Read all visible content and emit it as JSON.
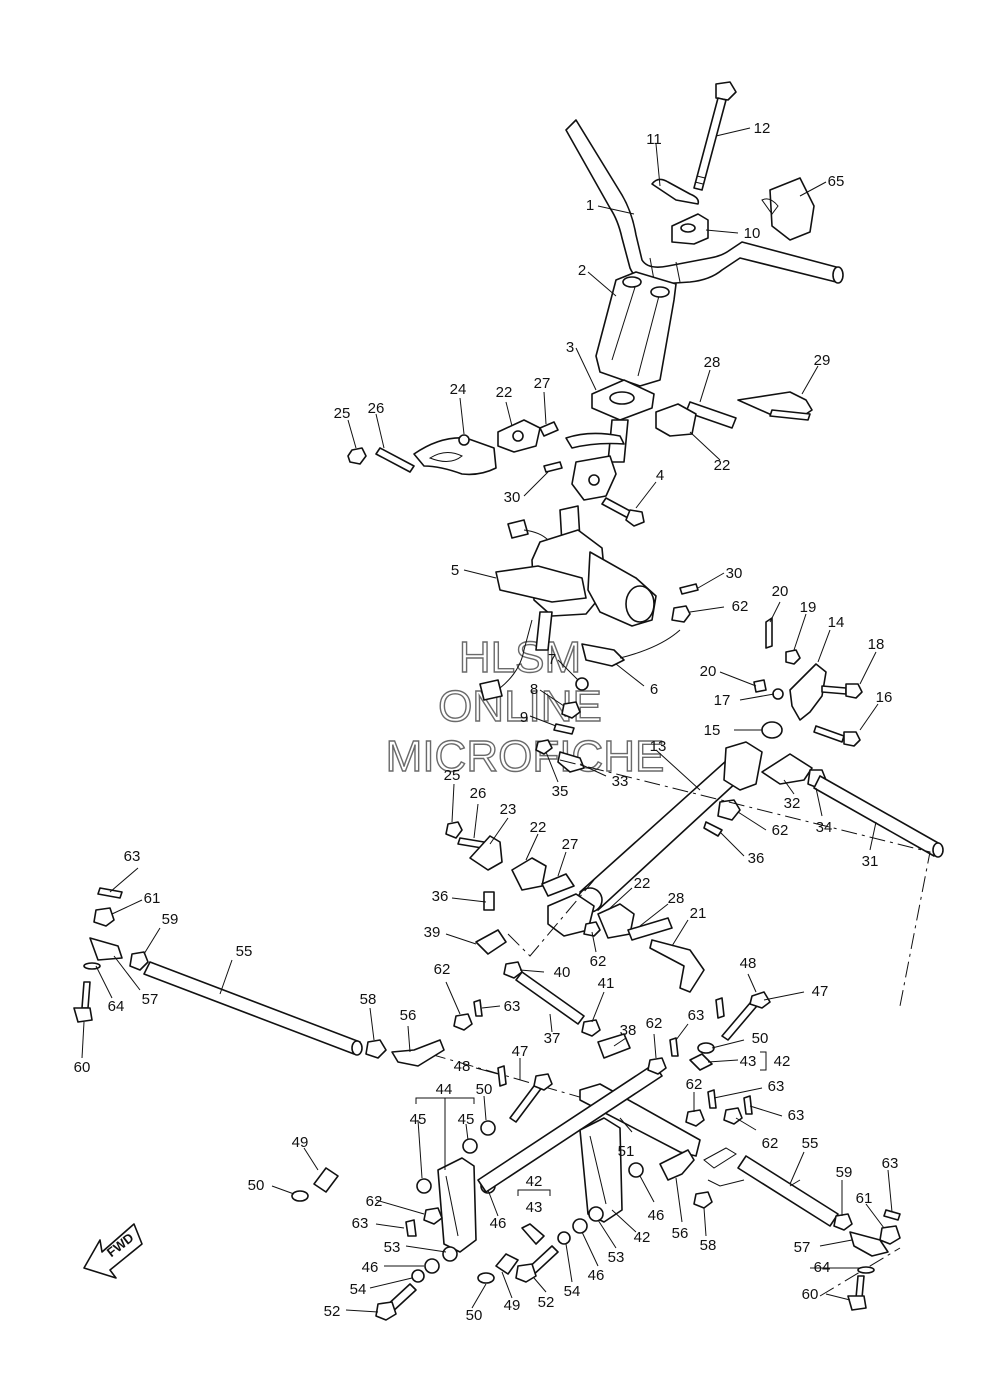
{
  "watermark": {
    "line1": "HLSM",
    "line2": "ONLINE",
    "line3": "MICROFICHE"
  },
  "fwd_label": "FWD",
  "callouts": [
    {
      "id": "c1",
      "text": "1"
    },
    {
      "id": "c2",
      "text": "2"
    },
    {
      "id": "c3",
      "text": "3"
    },
    {
      "id": "c4",
      "text": "4"
    },
    {
      "id": "c5",
      "text": "5"
    },
    {
      "id": "c6",
      "text": "6"
    },
    {
      "id": "c7",
      "text": "7"
    },
    {
      "id": "c8",
      "text": "8"
    },
    {
      "id": "c9",
      "text": "9"
    },
    {
      "id": "c10",
      "text": "10"
    },
    {
      "id": "c11",
      "text": "11"
    },
    {
      "id": "c12",
      "text": "12"
    },
    {
      "id": "c13",
      "text": "13"
    },
    {
      "id": "c14",
      "text": "14"
    },
    {
      "id": "c15",
      "text": "15"
    },
    {
      "id": "c16",
      "text": "16"
    },
    {
      "id": "c17",
      "text": "17"
    },
    {
      "id": "c18",
      "text": "18"
    },
    {
      "id": "c19",
      "text": "19"
    },
    {
      "id": "c20a",
      "text": "20"
    },
    {
      "id": "c20b",
      "text": "20"
    },
    {
      "id": "c21",
      "text": "21"
    },
    {
      "id": "c22a",
      "text": "22"
    },
    {
      "id": "c22b",
      "text": "22"
    },
    {
      "id": "c22c",
      "text": "22"
    },
    {
      "id": "c22d",
      "text": "22"
    },
    {
      "id": "c23",
      "text": "23"
    },
    {
      "id": "c24",
      "text": "24"
    },
    {
      "id": "c25a",
      "text": "25"
    },
    {
      "id": "c25b",
      "text": "25"
    },
    {
      "id": "c26a",
      "text": "26"
    },
    {
      "id": "c26b",
      "text": "26"
    },
    {
      "id": "c27a",
      "text": "27"
    },
    {
      "id": "c27b",
      "text": "27"
    },
    {
      "id": "c28a",
      "text": "28"
    },
    {
      "id": "c28b",
      "text": "28"
    },
    {
      "id": "c29",
      "text": "29"
    },
    {
      "id": "c30a",
      "text": "30"
    },
    {
      "id": "c30b",
      "text": "30"
    },
    {
      "id": "c31",
      "text": "31"
    },
    {
      "id": "c32",
      "text": "32"
    },
    {
      "id": "c33",
      "text": "33"
    },
    {
      "id": "c34",
      "text": "34"
    },
    {
      "id": "c35",
      "text": "35"
    },
    {
      "id": "c36a",
      "text": "36"
    },
    {
      "id": "c36b",
      "text": "36"
    },
    {
      "id": "c37",
      "text": "37"
    },
    {
      "id": "c38",
      "text": "38"
    },
    {
      "id": "c39",
      "text": "39"
    },
    {
      "id": "c40",
      "text": "40"
    },
    {
      "id": "c41",
      "text": "41"
    },
    {
      "id": "c42a",
      "text": "42"
    },
    {
      "id": "c42b",
      "text": "42"
    },
    {
      "id": "c42c",
      "text": "42"
    },
    {
      "id": "c43a",
      "text": "43"
    },
    {
      "id": "c43b",
      "text": "43"
    },
    {
      "id": "c44",
      "text": "44"
    },
    {
      "id": "c45a",
      "text": "45"
    },
    {
      "id": "c45b",
      "text": "45"
    },
    {
      "id": "c46a",
      "text": "46"
    },
    {
      "id": "c46b",
      "text": "46"
    },
    {
      "id": "c46c",
      "text": "46"
    },
    {
      "id": "c46d",
      "text": "46"
    },
    {
      "id": "c47a",
      "text": "47"
    },
    {
      "id": "c47b",
      "text": "47"
    },
    {
      "id": "c48a",
      "text": "48"
    },
    {
      "id": "c48b",
      "text": "48"
    },
    {
      "id": "c49a",
      "text": "49"
    },
    {
      "id": "c49b",
      "text": "49"
    },
    {
      "id": "c50a",
      "text": "50"
    },
    {
      "id": "c50b",
      "text": "50"
    },
    {
      "id": "c50c",
      "text": "50"
    },
    {
      "id": "c50d",
      "text": "50"
    },
    {
      "id": "c51",
      "text": "51"
    },
    {
      "id": "c52a",
      "text": "52"
    },
    {
      "id": "c52b",
      "text": "52"
    },
    {
      "id": "c53a",
      "text": "53"
    },
    {
      "id": "c53b",
      "text": "53"
    },
    {
      "id": "c54a",
      "text": "54"
    },
    {
      "id": "c54b",
      "text": "54"
    },
    {
      "id": "c55a",
      "text": "55"
    },
    {
      "id": "c55b",
      "text": "55"
    },
    {
      "id": "c56a",
      "text": "56"
    },
    {
      "id": "c56b",
      "text": "56"
    },
    {
      "id": "c57a",
      "text": "57"
    },
    {
      "id": "c57b",
      "text": "57"
    },
    {
      "id": "c58a",
      "text": "58"
    },
    {
      "id": "c58b",
      "text": "58"
    },
    {
      "id": "c59a",
      "text": "59"
    },
    {
      "id": "c59b",
      "text": "59"
    },
    {
      "id": "c60a",
      "text": "60"
    },
    {
      "id": "c60b",
      "text": "60"
    },
    {
      "id": "c61a",
      "text": "61"
    },
    {
      "id": "c61b",
      "text": "61"
    },
    {
      "id": "c62a",
      "text": "62"
    },
    {
      "id": "c62b",
      "text": "62"
    },
    {
      "id": "c62c",
      "text": "62"
    },
    {
      "id": "c62d",
      "text": "62"
    },
    {
      "id": "c62e",
      "text": "62"
    },
    {
      "id": "c62f",
      "text": "62"
    },
    {
      "id": "c62g",
      "text": "62"
    },
    {
      "id": "c62h",
      "text": "62"
    },
    {
      "id": "c63a",
      "text": "63"
    },
    {
      "id": "c63b",
      "text": "63"
    },
    {
      "id": "c63c",
      "text": "63"
    },
    {
      "id": "c63d",
      "text": "63"
    },
    {
      "id": "c63e",
      "text": "63"
    },
    {
      "id": "c63f",
      "text": "63"
    },
    {
      "id": "c63g",
      "text": "63"
    },
    {
      "id": "c64a",
      "text": "64"
    },
    {
      "id": "c64b",
      "text": "64"
    },
    {
      "id": "c65",
      "text": "65"
    }
  ]
}
